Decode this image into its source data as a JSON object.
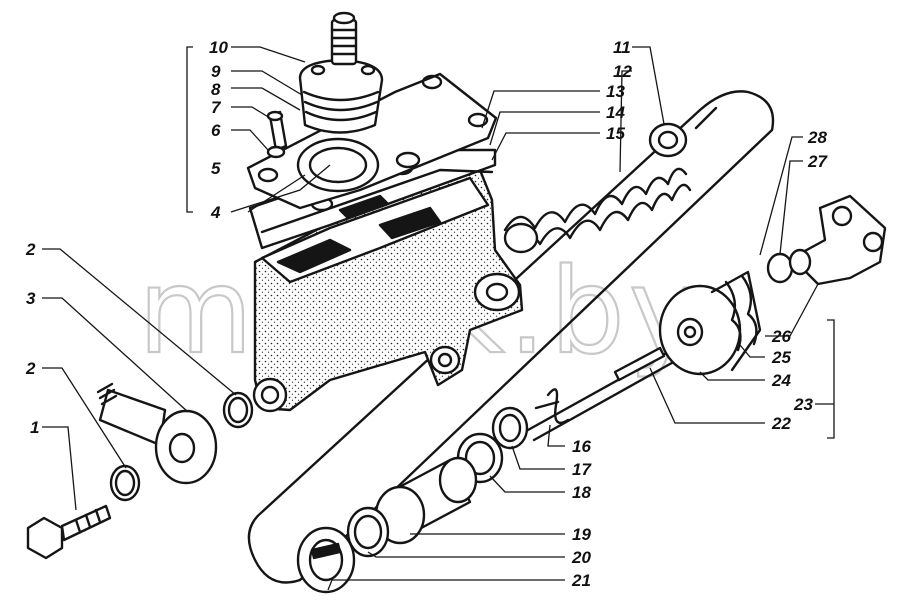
{
  "watermark": "mazik.by",
  "callouts": {
    "c1": "1",
    "c2a": "2",
    "c2b": "2",
    "c3": "3",
    "c4": "4",
    "c5": "5",
    "c6": "6",
    "c7": "7",
    "c8": "8",
    "c9": "9",
    "c10": "10",
    "c11": "11",
    "c12": "12",
    "c13": "13",
    "c14": "14",
    "c15": "15",
    "c16": "16",
    "c17": "17",
    "c18": "18",
    "c19": "19",
    "c20": "20",
    "c21": "21",
    "c22": "22",
    "c23": "23",
    "c24": "24",
    "c25": "25",
    "c26": "26",
    "c27": "27",
    "c28": "28"
  }
}
